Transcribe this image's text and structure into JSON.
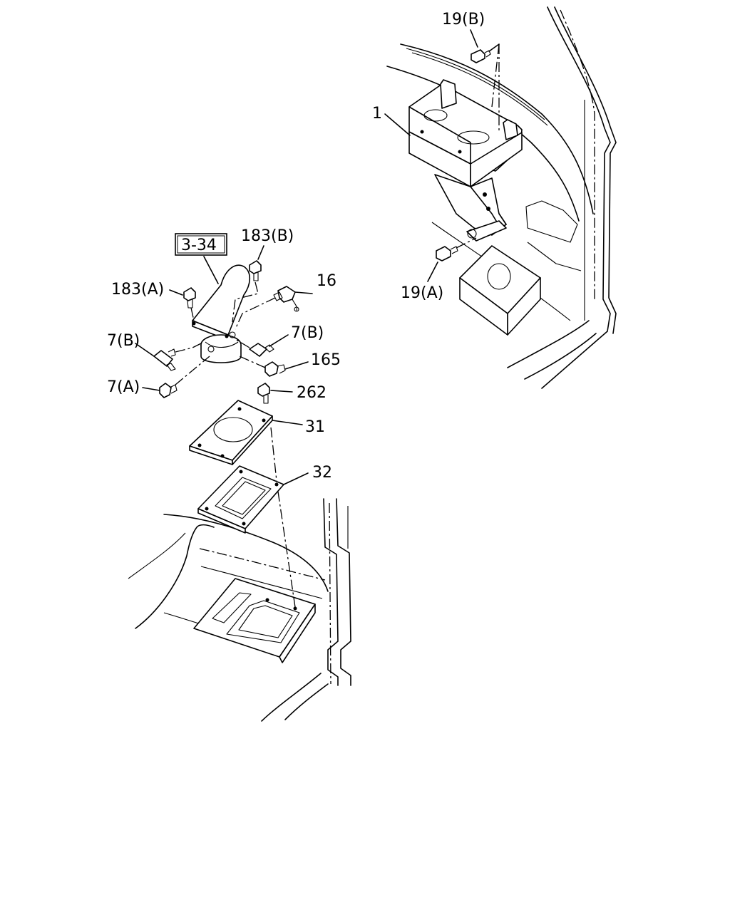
{
  "diagram": {
    "labels": {
      "l19b": "19(B)",
      "l1": "1",
      "l19a": "19(A)",
      "ref334": "3-34",
      "l183b": "183(B)",
      "l183a": "183(A)",
      "l16": "16",
      "l7b_left": "7(B)",
      "l7b_right": "7(B)",
      "l165": "165",
      "l7a": "7(A)",
      "l262": "262",
      "l31": "31",
      "l32": "32"
    }
  }
}
